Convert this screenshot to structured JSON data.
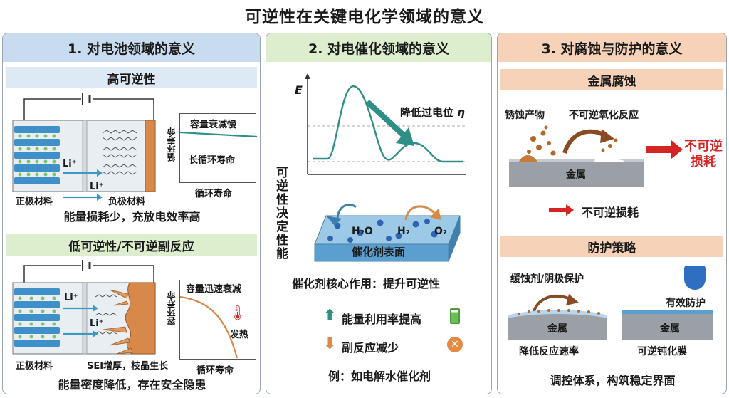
{
  "title": "可逆性在关键电化学领域的意义",
  "colors": {
    "blue_head": "#c9dcef",
    "blue_sub": "#dde9f4",
    "green_sub": "#ddeecf",
    "peach_head": "#f6d2b8",
    "cathode": "#3f8fc9",
    "sei": "#d8894a",
    "teal": "#2e8f87",
    "red": "#d42424"
  },
  "battery": {
    "header": "1. 对电池领域的意义",
    "high": {
      "title": "高可逆性",
      "li1": "Li⁺",
      "li2": "Li⁺",
      "cathode_label": "正极材料",
      "anode_label": "负极材料",
      "chart_ylabel": "循环寿命",
      "chart_xlabel": "循环寿命",
      "chart_note1": "容量衰减慢",
      "chart_note2": "长循环寿命",
      "caption": "能量损耗少，充放电效率高"
    },
    "low": {
      "title": "低可逆性/不可逆副反应",
      "li1": "Li⁺",
      "li2": "Li⁺",
      "cathode_label": "正极材料",
      "sei_label": "SEI增厚，枝晶生长",
      "chart_ylabel": "容环寿命",
      "chart_xlabel": "循环寿命",
      "chart_note1": "容量迅速衰减",
      "chart_note2": "发热",
      "caption": "能量密度降低，存在安全隐患"
    }
  },
  "catalysis": {
    "header": "2. 对电催化领域的意义",
    "side_label": "可逆性决定性能",
    "axis_e": "E",
    "arrow_label": "降低过电位",
    "eta": "η",
    "h2o": "H₂O",
    "h2": "H₂",
    "o2": "O₂",
    "surface_label": "催化剂表面",
    "core": "催化剂核心作用：提升可逆性",
    "benefit1": "能量利用率提高",
    "benefit2": "副反应减少",
    "example": "例：如电解水催化剂"
  },
  "corrosion": {
    "header": "3. 对腐蚀与防护的意义",
    "sub1": "金属腐蚀",
    "rust": "锈蚀产物",
    "irreversible_ox": "不可逆氧化反应",
    "metal": "金属",
    "loss_big": "不可逆损耗",
    "loss_small": "不可逆损耗",
    "sub2": "防护策略",
    "inhibitor": "缓蚀剂/阴极保护",
    "effective": "有效防护",
    "metal_a": "金属",
    "metal_b": "金属",
    "cap_a": "降低反应速率",
    "cap_b": "可逆钝化膜",
    "caption": "调控体系，构筑稳定界面"
  }
}
